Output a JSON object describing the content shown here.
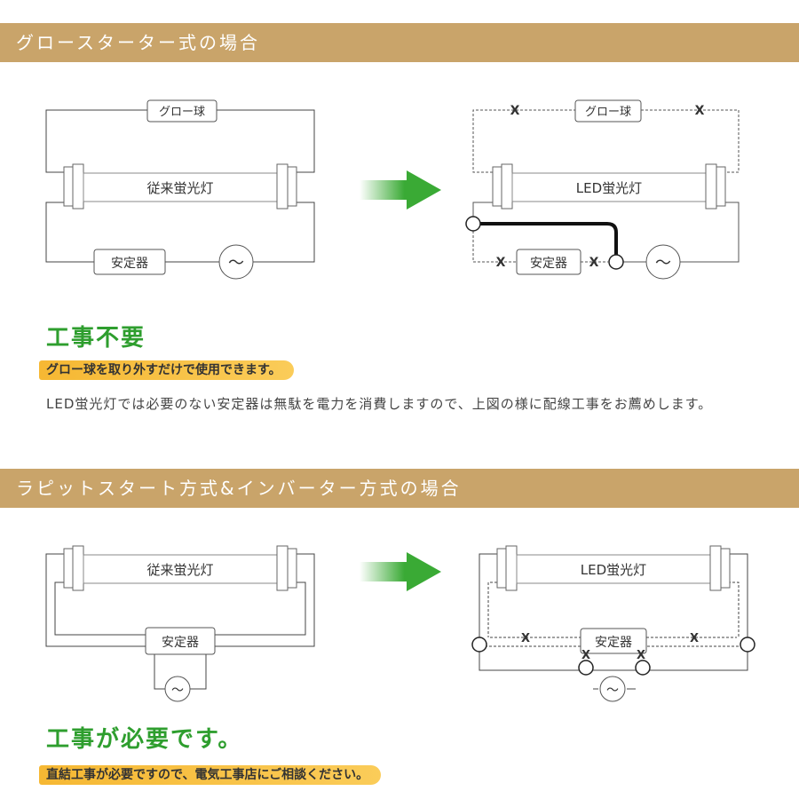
{
  "section1": {
    "header": "グロースターター式の場合",
    "left": {
      "glow": "グロー球",
      "tube": "従来蛍光灯",
      "ballast": "安定器",
      "ac": "～"
    },
    "right": {
      "glow": "グロー球",
      "tube": "LED蛍光灯",
      "ballast": "安定器",
      "ac": "～",
      "cut": "X"
    },
    "heading": "工事不要",
    "highlight": "グロー球を取り外すだけで使用できます。",
    "description": "LED蛍光灯では必要のない安定器は無駄を電力を消費しますので、上図の様に配線工事をお薦めします。"
  },
  "section2": {
    "header": "ラピットスタート方式&インバーター方式の場合",
    "left": {
      "tube": "従来蛍光灯",
      "ballast": "安定器",
      "ac": "～"
    },
    "right": {
      "tube": "LED蛍光灯",
      "ballast": "安定器",
      "ac": "～",
      "cut": "X"
    },
    "heading": "工事が必要です。",
    "highlight": "直結工事が必要ですので、電気工事店にご相談ください。"
  },
  "colors": {
    "header_bg": "#c9a46a",
    "heading_green": "#2e9e2e",
    "arrow_green": "#3aaa35",
    "highlight": "#f5b428"
  }
}
